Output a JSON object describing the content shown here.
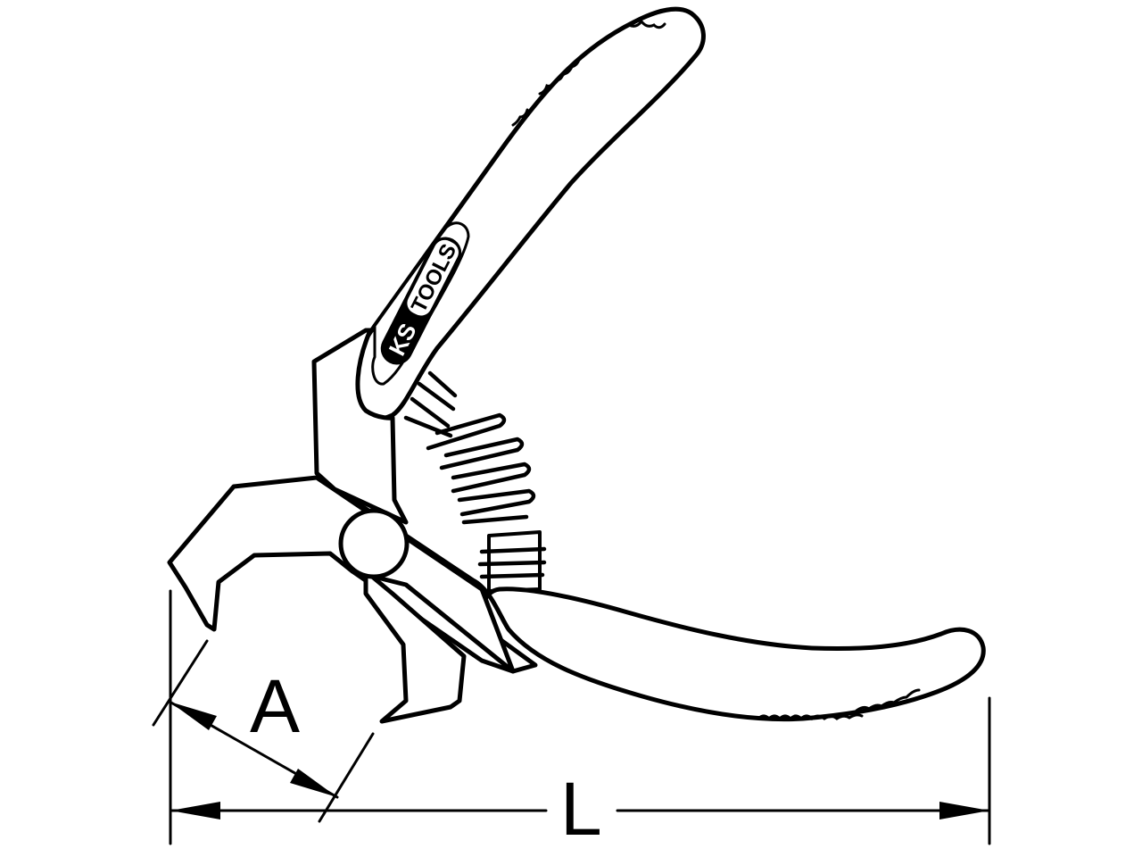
{
  "diagram": {
    "dimension_width_label": "A",
    "dimension_length_label": "L",
    "brand_logo_text": "KS TOOLS",
    "colors": {
      "line": "#000000",
      "background": "#ffffff"
    }
  }
}
